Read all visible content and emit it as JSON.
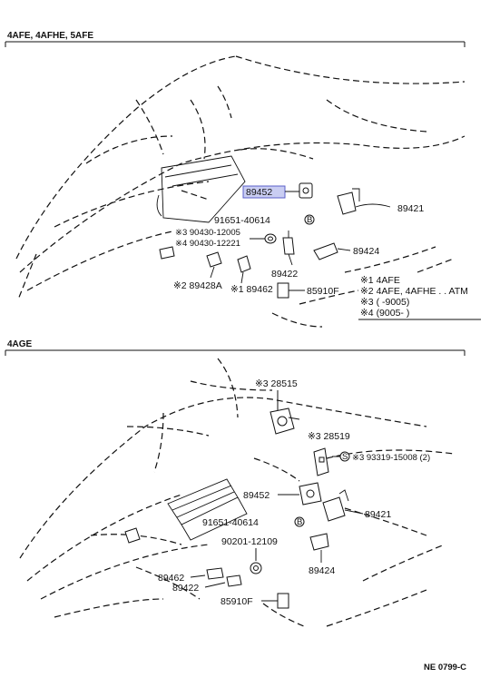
{
  "sections": {
    "top": {
      "title": "4AFE, 4AFHE, 5AFE"
    },
    "bottom": {
      "title": "4AGE"
    }
  },
  "top_labels": {
    "p89452": "89452",
    "p89421": "89421",
    "p91651": "91651-40614",
    "p90430_12005": "※3 90430-12005",
    "p90430_12221": "※4 90430-12221",
    "p89424": "89424",
    "p89422": "89422",
    "p89428a": "※2 89428A",
    "p89462": "※1 89462",
    "p85910f": "85910F"
  },
  "legend": {
    "items": [
      {
        "mark": "※1",
        "text": "4AFE"
      },
      {
        "mark": "※2",
        "text": "4AFE, 4AFHE . . ATM"
      },
      {
        "mark": "※3",
        "text": "(        -9005)"
      },
      {
        "mark": "※4",
        "text": "(9005-          )"
      }
    ]
  },
  "bottom_labels": {
    "p28515": "※3 28515",
    "p28519": "※3 28519",
    "p93319": "※3 93319-15008 (2)",
    "p89452": "89452",
    "p89421": "89421",
    "p91651": "91651-40614",
    "p90201": "90201-12109",
    "p89462": "89462",
    "p89422": "89422",
    "p89424": "89424",
    "p85910f": "85910F"
  },
  "footer": {
    "code": "NE 0799-C"
  },
  "colors": {
    "highlight": "#c9cdf2",
    "ink": "#111111"
  }
}
